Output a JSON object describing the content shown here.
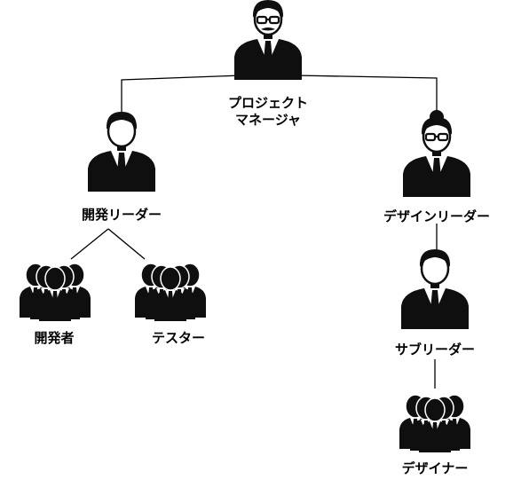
{
  "colors": {
    "figure": "#0f0f0f",
    "shirt": "#ffffff",
    "line": "#000000",
    "background": "#ffffff"
  },
  "nodes": {
    "project_manager": {
      "label": "プロジェクト\nマネージャ",
      "icon": "man-with-glasses-icon"
    },
    "dev_leader": {
      "label": "開発リーダー",
      "icon": "man-icon"
    },
    "design_leader": {
      "label": "デザインリーダー",
      "icon": "woman-with-glasses-icon"
    },
    "developers": {
      "label": "開発者",
      "icon": "group-icon"
    },
    "testers": {
      "label": "テスター",
      "icon": "group-icon"
    },
    "sub_leader": {
      "label": "サブリーダー",
      "icon": "man-icon"
    },
    "designers": {
      "label": "デザイナー",
      "icon": "group-icon"
    }
  }
}
